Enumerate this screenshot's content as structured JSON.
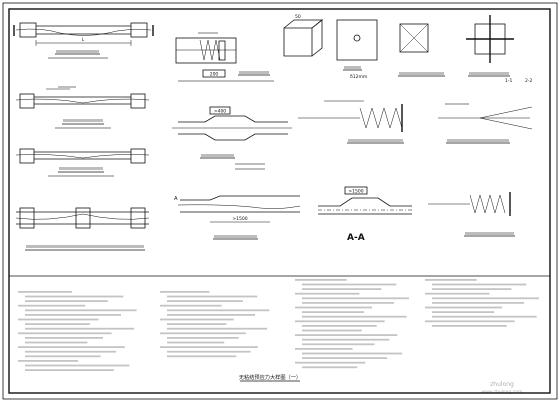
{
  "title": "无粘结预应力大样图（一）",
  "dim_L": "L",
  "dim_1500": ">1500",
  "dim_400": ">400",
  "dim_a": "a",
  "dim_50": "50",
  "dim_200": "200",
  "dim_12mm": "δ12mm",
  "symbol_A": "A",
  "section_AA": "A-A",
  "section_marks": [
    "1-1",
    "2-2"
  ],
  "watermark_line1": "zhulong",
  "watermark_line2": "www.zhulong.com"
}
